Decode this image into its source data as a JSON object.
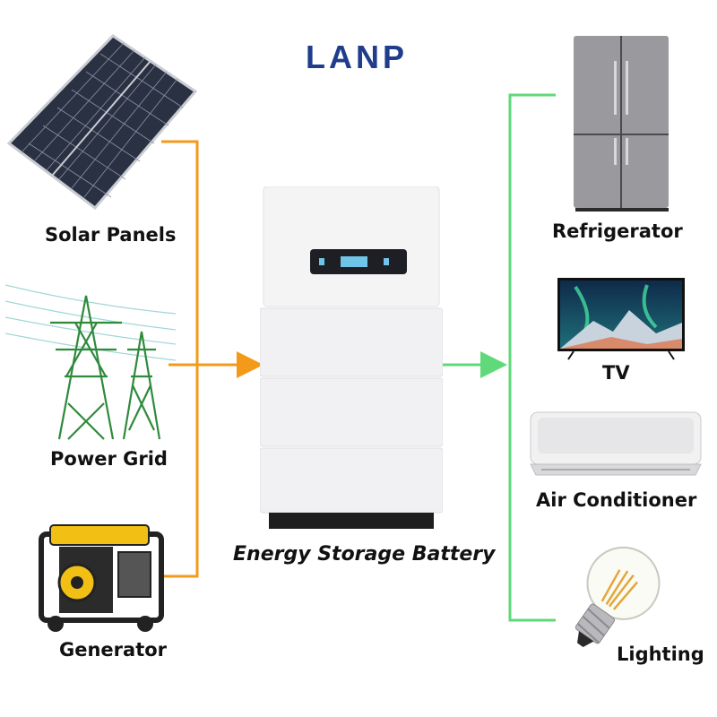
{
  "brand": {
    "logo_text": "LANP"
  },
  "sources": [
    {
      "label": "Solar Panels",
      "icon": "solar-panel-icon"
    },
    {
      "label": "Power Grid",
      "icon": "power-tower-icon"
    },
    {
      "label": "Generator",
      "icon": "generator-icon"
    }
  ],
  "storage": {
    "label": "Energy Storage Battery",
    "icon": "battery-cabinet-icon"
  },
  "loads": [
    {
      "label": "Refrigerator",
      "icon": "refrigerator-icon"
    },
    {
      "label": "TV",
      "icon": "tv-icon"
    },
    {
      "label": "Air Conditioner",
      "icon": "air-conditioner-icon"
    },
    {
      "label": "Lighting",
      "icon": "light-bulb-icon"
    }
  ],
  "colors": {
    "input_line": "#f39a1b",
    "output_line": "#5fd97a",
    "brand": "#1f3d8c"
  }
}
